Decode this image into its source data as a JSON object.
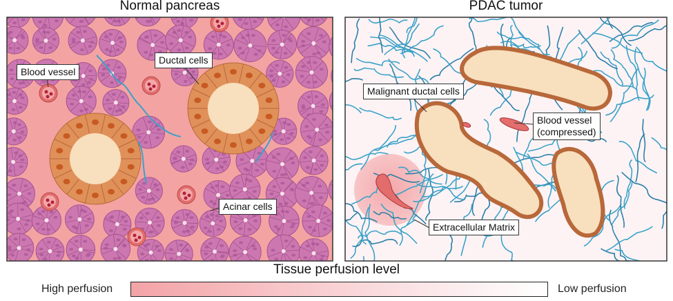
{
  "panels": {
    "left": {
      "title": "Normal pancreas",
      "labels": {
        "blood_vessel": "Blood vessel",
        "ductal_cells": "Ductal cells",
        "acinar_cells": "Acinar cells"
      },
      "background_color": "#f4a3a3"
    },
    "right": {
      "title": "PDAC tumor",
      "labels": {
        "malignant": "Malignant ductal cells",
        "blood_vessel": "Blood vessel\n(compressed)",
        "ecm": "Extracellular Matrix"
      },
      "background_color": "#fdf3f5"
    }
  },
  "perfusion_scale": {
    "title": "Tissue perfusion level",
    "low_end_label": "High perfusion",
    "high_end_label": "Low perfusion",
    "gradient_start": "#f3a3a6",
    "gradient_end": "#ffffff"
  },
  "colors": {
    "acinar": "#cc77b0",
    "duct": "#e0915a",
    "lumen": "#f8dfbd",
    "vessel": "#e36d6d",
    "fiber": "#3aa2c8"
  }
}
